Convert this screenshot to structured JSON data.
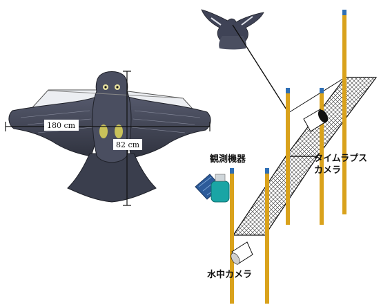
{
  "kite": {
    "wingspan_label": "180 cm",
    "height_label": "82 cm",
    "body_color": "#3f4356",
    "accent_color": "#c9c25a"
  },
  "labels": {
    "sensor": "観測機器",
    "timelapse_line1": "タイムラプス",
    "timelapse_line2": "カメラ",
    "underwater": "水中カメラ"
  },
  "colors": {
    "pole": "#d9a21c",
    "pole_tip": "#2f6fb5",
    "net": "#222222"
  }
}
